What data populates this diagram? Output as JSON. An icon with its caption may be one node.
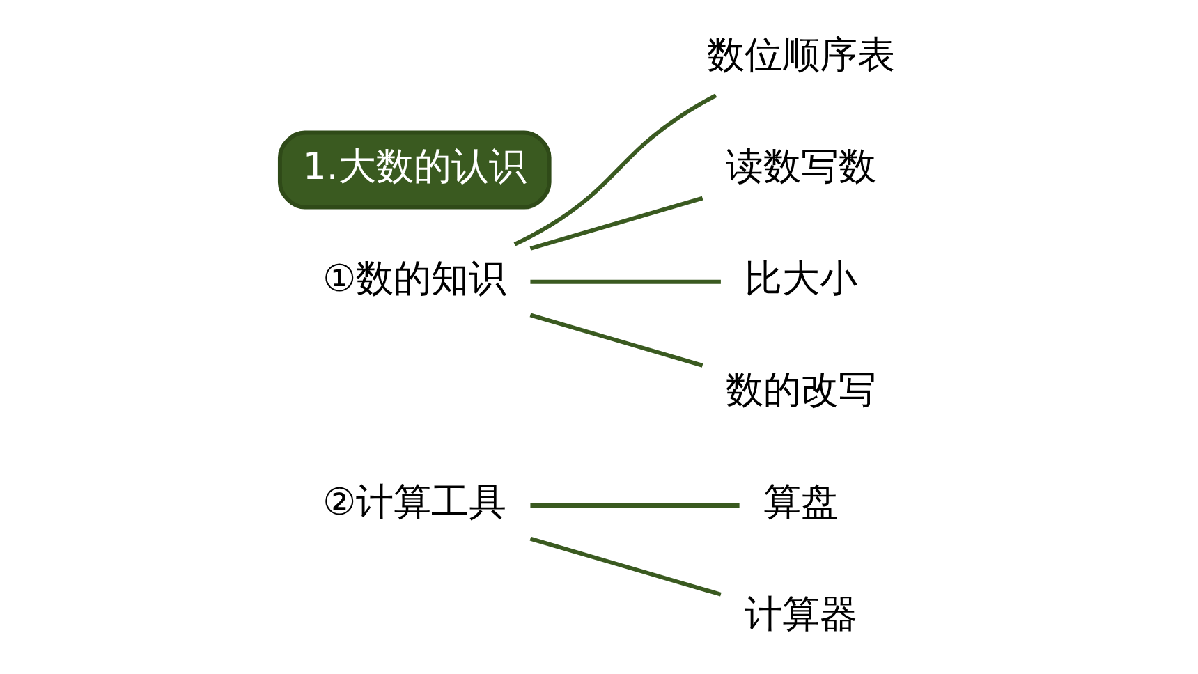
{
  "diagram": {
    "nodes": [
      {
        "text": [
          "1.大数的认识"
        ]
      },
      {
        "text": [
          "①数的知识"
        ]
      },
      {
        "text": [
          "数位顺序表"
        ]
      },
      {
        "text": [
          "读数写数"
        ]
      },
      {
        "text": [
          "比大小"
        ]
      },
      {
        "text": [
          "数的改写"
        ]
      },
      {
        "text": [
          "②计算工具"
        ]
      },
      {
        "text": [
          "算盘"
        ]
      },
      {
        "text": [
          "计算器"
        ]
      }
    ],
    "edges": [
      {
        "from": 1,
        "to": 2,
        "arrow": "none"
      },
      {
        "from": 1,
        "to": 3,
        "arrow": "none"
      },
      {
        "from": 1,
        "to": 4,
        "arrow": "none"
      },
      {
        "from": 1,
        "to": 5,
        "arrow": "none"
      },
      {
        "from": 6,
        "to": 7,
        "arrow": "none"
      },
      {
        "from": 6,
        "to": 8,
        "arrow": "none"
      }
    ]
  }
}
